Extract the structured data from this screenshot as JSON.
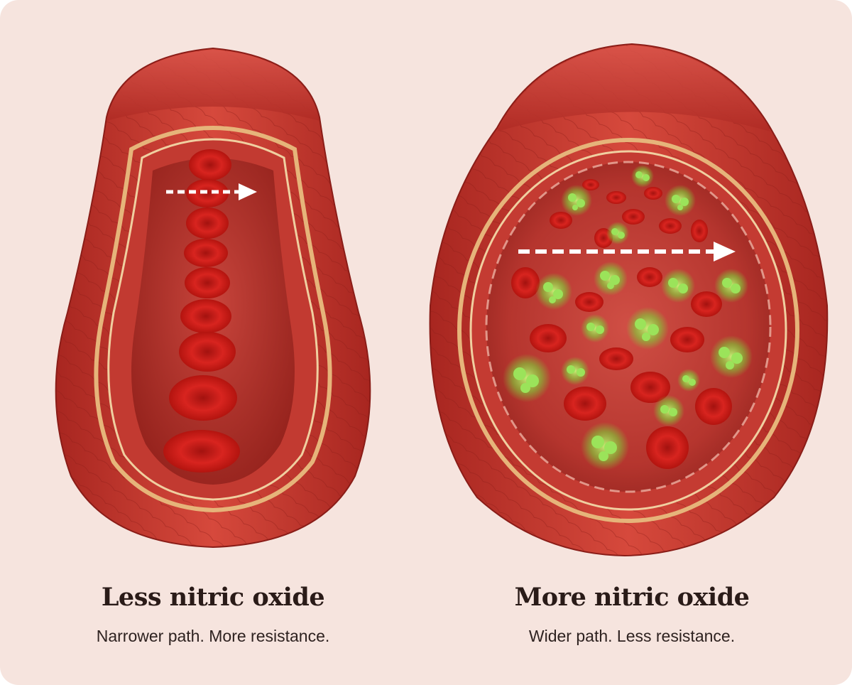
{
  "panels": [
    {
      "title": "Less nitric oxide",
      "subtitle": "Narrower path. More resistance."
    },
    {
      "title": "More nitric oxide",
      "subtitle": "Wider path. Less resistance."
    }
  ],
  "colors": {
    "background": "#f6e4de",
    "vessel_outer": "#c6332c",
    "vessel_lumen": "#b5352e",
    "cell": "#d41f1f",
    "nitric_oxide": "#7ed33a",
    "arrow": "#ffffff"
  }
}
